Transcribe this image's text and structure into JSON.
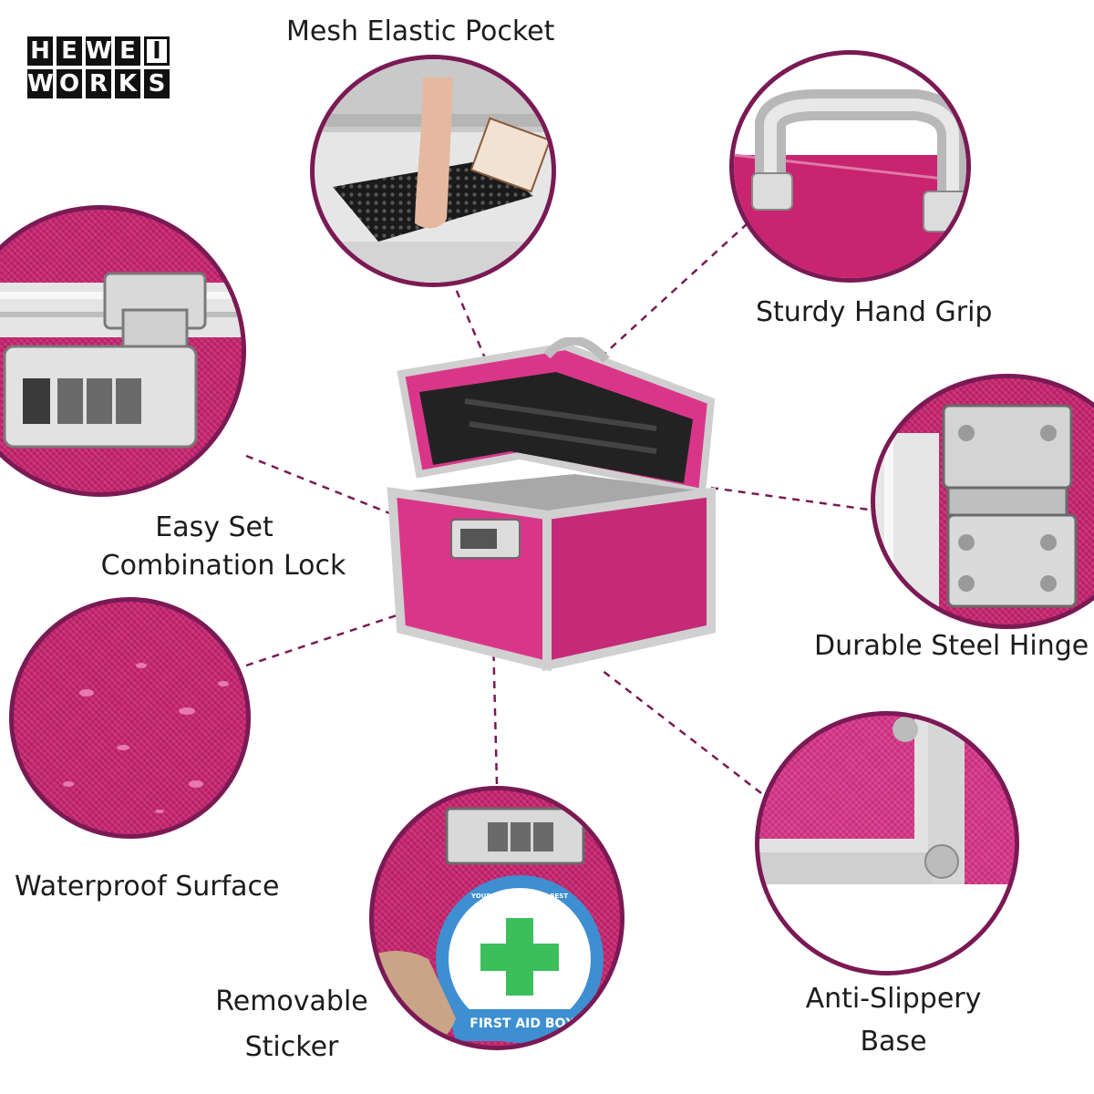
{
  "brand": {
    "logo_row1": [
      "H",
      "E",
      "W",
      "E",
      "I"
    ],
    "logo_row2": [
      "W",
      "O",
      "R",
      "K",
      "S"
    ]
  },
  "features": {
    "mesh_pocket": "Mesh Elastic Pocket",
    "hand_grip": "Sturdy Hand  Grip",
    "lock_line1": "Easy Set",
    "lock_line2": "Combination Lock",
    "hinge": "Durable Steel Hinge",
    "waterproof": "Waterproof Surface",
    "sticker_line1": "Removable",
    "sticker_line2": "Sticker",
    "base_line1": "Anti-Slippery",
    "base_line2": "Base"
  },
  "sticker": {
    "bottom_text": "FIRST AID BOX",
    "ring_text": "YOUR HEALTH IS OUR BEST REWARD"
  },
  "colors": {
    "case_pink": "#d9368a",
    "fabric_pink": "#c8246f",
    "circle_border": "#7a1a55",
    "dashed_line": "#7a1a55",
    "aluminum": "#d8d8d8"
  }
}
